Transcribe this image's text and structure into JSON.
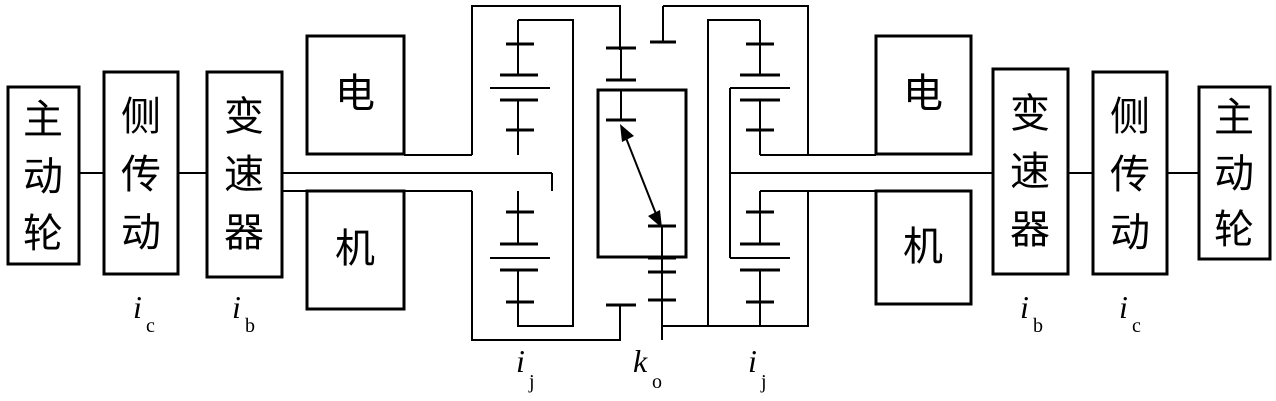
{
  "blocks": {
    "left_drive_wheel": [
      "主",
      "动",
      "轮"
    ],
    "left_side_drive": [
      "侧",
      "传",
      "动"
    ],
    "left_gearbox": [
      "变",
      "速",
      "器"
    ],
    "left_motor": [
      "电",
      "机"
    ],
    "right_motor": [
      "电",
      "机"
    ],
    "right_gearbox": [
      "变",
      "速",
      "器"
    ],
    "right_side_drive": [
      "侧",
      "传",
      "动"
    ],
    "right_drive_wheel": [
      "主",
      "动",
      "轮"
    ]
  },
  "labels": {
    "ic_left": {
      "symbol": "i",
      "sub": "c"
    },
    "ib_left": {
      "symbol": "i",
      "sub": "b"
    },
    "ij_left": {
      "symbol": "i",
      "sub": "j"
    },
    "ko": {
      "symbol": "k",
      "sub": "o"
    },
    "ij_right": {
      "symbol": "i",
      "sub": "j"
    },
    "ib_right": {
      "symbol": "i",
      "sub": "b"
    },
    "ic_right": {
      "symbol": "i",
      "sub": "c"
    }
  }
}
